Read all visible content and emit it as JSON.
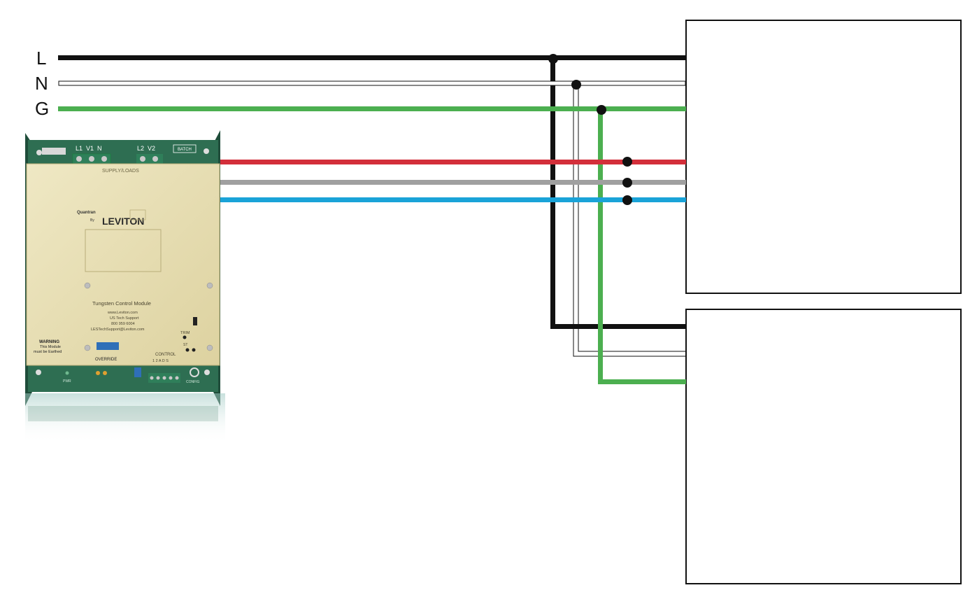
{
  "bus_labels": {
    "line": "L",
    "neutral": "N",
    "ground": "G"
  },
  "colors": {
    "line": "#111111",
    "neutral": "#ffffff",
    "ground": "#4caf50",
    "red_wire": "#d32f3a",
    "gray_wire": "#a0a0a0",
    "blue_wire": "#1aa3d8",
    "module_face": "#e8dfb0",
    "module_board": "#2e6e52"
  },
  "module": {
    "terminals_left": "L1  V1  N",
    "terminals_right": "L2  V2",
    "batch": "BATCH",
    "supply_loads": "SUPPLY/LOADS",
    "brand_small": "Quantran",
    "brand_by": "By",
    "brand": "LEVITON",
    "model": "Tungsten Control Module",
    "website": "www.Leviton.com",
    "support": "US Tech Support",
    "phone": "800 959 6004",
    "email": "LESTechSupport@Leviton.com",
    "warning_title": "WARNING",
    "warning_line1": "This Module",
    "warning_line2": "must be Earthed",
    "override": "OVERRIDE",
    "trim": "TRIM",
    "st": "ST",
    "control": "CONTROL",
    "control_pins": "1 2 A D S",
    "pwr": "PWR",
    "config": "CONFIG"
  }
}
